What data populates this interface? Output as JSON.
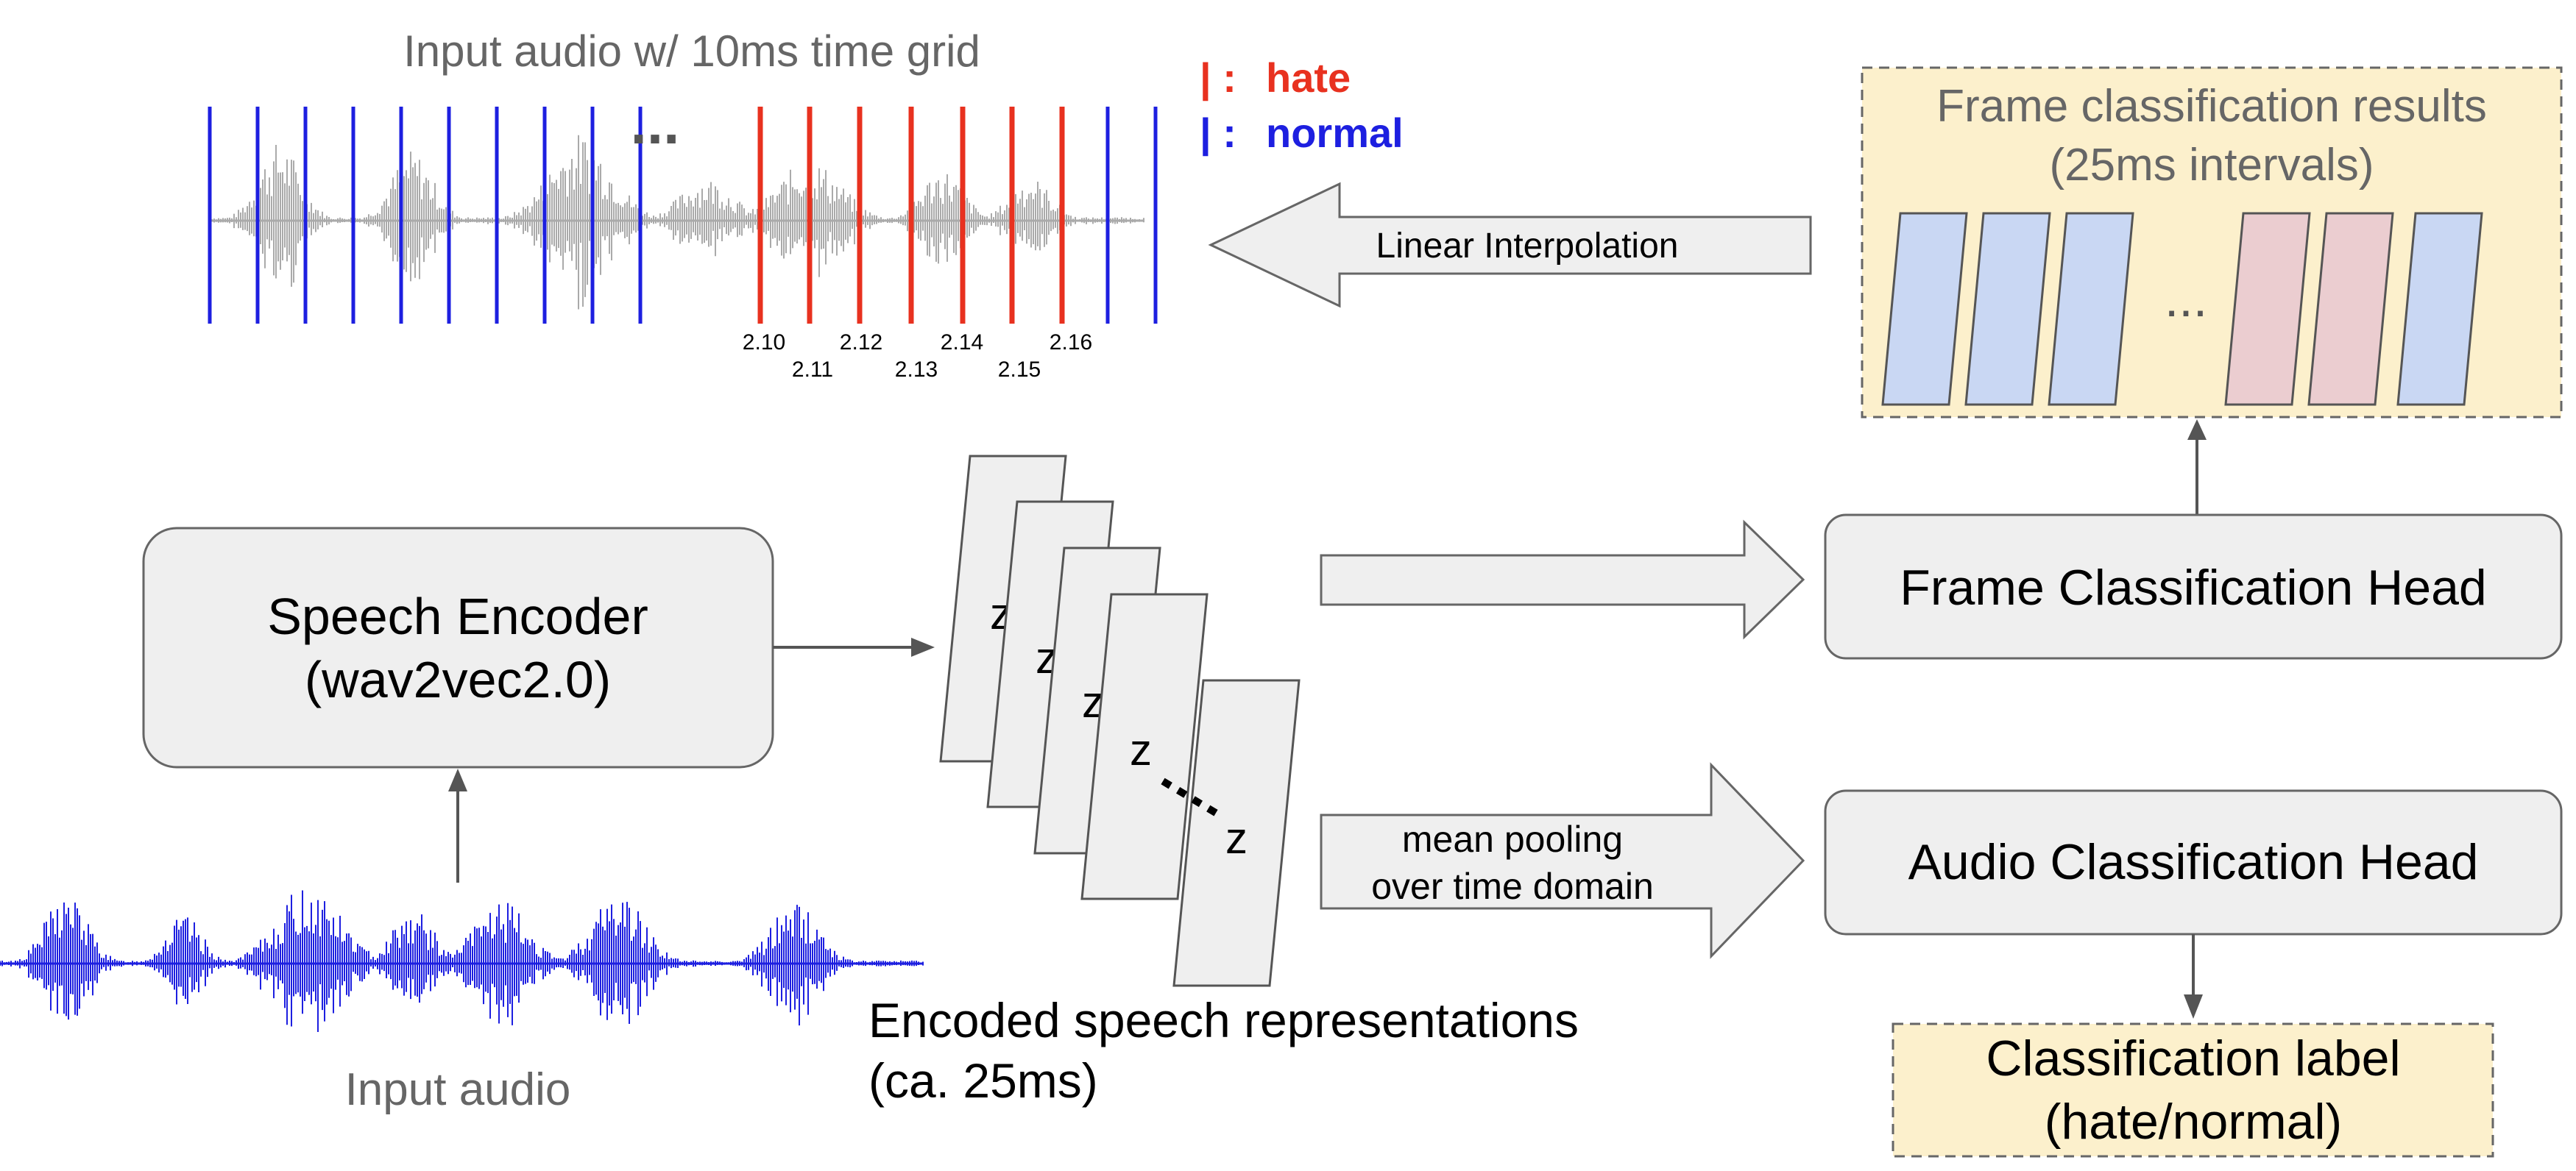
{
  "top_audio": {
    "title": "Input audio w/ 10ms time grid",
    "ellipsis": "...",
    "legend": [
      {
        "mark": "| :",
        "label": "hate",
        "color": "#e8311f"
      },
      {
        "mark": "| :",
        "label": "normal",
        "color": "#1d1fe0"
      }
    ],
    "tick_labels_top": [
      "2.10",
      "2.12",
      "2.14",
      "2.16"
    ],
    "tick_labels_bottom": [
      "2.11",
      "2.13",
      "2.15"
    ]
  },
  "frame_results": {
    "title_line1": "Frame classification results",
    "title_line2": "(25ms intervals)",
    "ellipsis": "...",
    "normal_color": "#c9d7f3",
    "hate_color": "#ebcdd0"
  },
  "interpolation_arrow": {
    "label": "Linear Interpolation"
  },
  "speech_encoder": {
    "line1": "Speech Encoder",
    "line2": "(wav2vec2.0)"
  },
  "frame_head": {
    "label": "Frame Classification Head"
  },
  "audio_head": {
    "label": "Audio Classification Head"
  },
  "pooling_arrow": {
    "line1": "mean pooling",
    "line2": "over time domain"
  },
  "encoded": {
    "line1": "Encoded speech representations",
    "line2": "(ca. 25ms)",
    "z_symbol": "z",
    "z_last": "z"
  },
  "classification_label": {
    "line1": "Classification label",
    "line2": "(hate/normal)"
  },
  "input_audio": {
    "label": "Input audio",
    "color": "#1d1fe0"
  },
  "colors": {
    "box_fill": "#efefef",
    "box_stroke": "#666666",
    "result_fill": "#fcf0cc",
    "text_gray": "#666666",
    "waveform_gray": "#aaaaaa"
  }
}
